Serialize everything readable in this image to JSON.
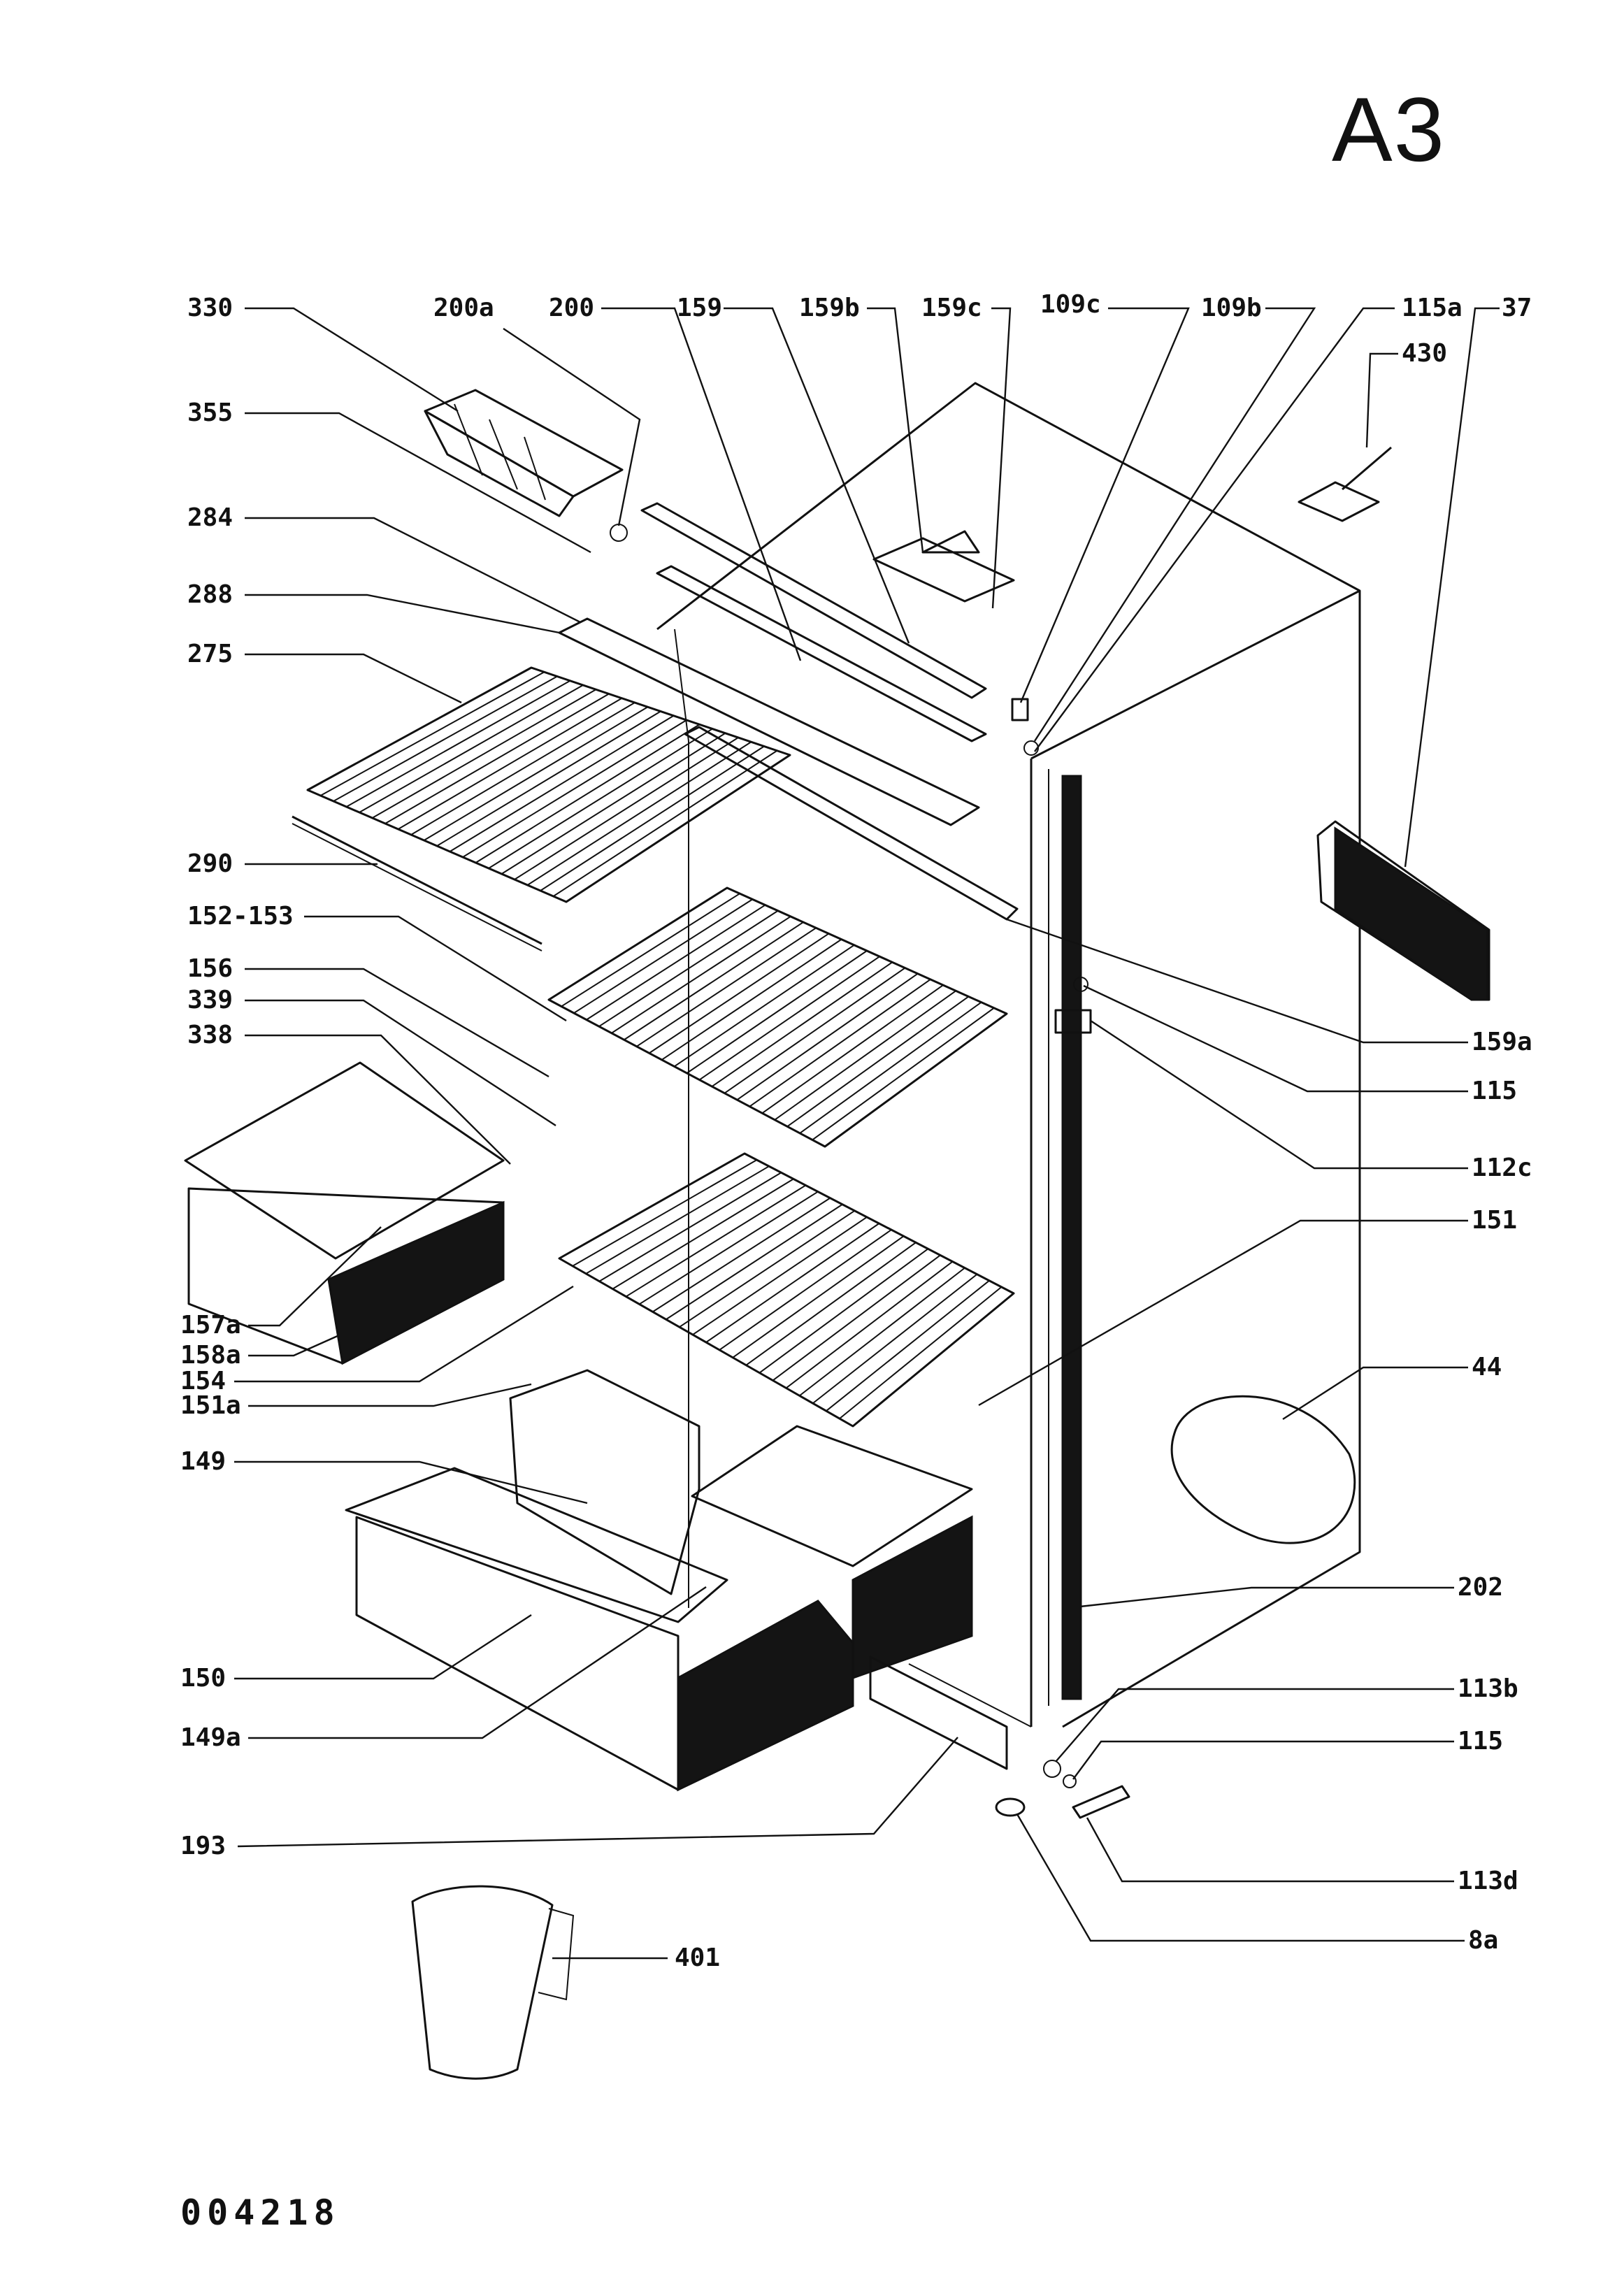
{
  "sheet": {
    "title": "A3",
    "document_number": "004218"
  },
  "parts": [
    {
      "id": "p330",
      "label": "330"
    },
    {
      "id": "p200a",
      "label": "200a"
    },
    {
      "id": "p200",
      "label": "200"
    },
    {
      "id": "p159",
      "label": "159"
    },
    {
      "id": "p159b",
      "label": "159b"
    },
    {
      "id": "p159c",
      "label": "159c"
    },
    {
      "id": "p109c",
      "label": "109c"
    },
    {
      "id": "p109b",
      "label": "109b"
    },
    {
      "id": "p115a",
      "label": "115a"
    },
    {
      "id": "p37",
      "label": "37"
    },
    {
      "id": "p430",
      "label": "430"
    },
    {
      "id": "p355",
      "label": "355"
    },
    {
      "id": "p284",
      "label": "284"
    },
    {
      "id": "p288",
      "label": "288"
    },
    {
      "id": "p275",
      "label": "275"
    },
    {
      "id": "p290",
      "label": "290"
    },
    {
      "id": "p152",
      "label": "152-153"
    },
    {
      "id": "p156",
      "label": "156"
    },
    {
      "id": "p339",
      "label": "339"
    },
    {
      "id": "p338",
      "label": "338"
    },
    {
      "id": "p159a",
      "label": "159a"
    },
    {
      "id": "p115r",
      "label": "115"
    },
    {
      "id": "p112c",
      "label": "112c"
    },
    {
      "id": "p151",
      "label": "151"
    },
    {
      "id": "p157a",
      "label": "157a"
    },
    {
      "id": "p158a",
      "label": "158a"
    },
    {
      "id": "p154",
      "label": "154"
    },
    {
      "id": "p151a",
      "label": "151a"
    },
    {
      "id": "p44",
      "label": "44"
    },
    {
      "id": "p149",
      "label": "149"
    },
    {
      "id": "p202",
      "label": "202"
    },
    {
      "id": "p150",
      "label": "150"
    },
    {
      "id": "p113b",
      "label": "113b"
    },
    {
      "id": "p149a",
      "label": "149a"
    },
    {
      "id": "p115b",
      "label": "115"
    },
    {
      "id": "p193",
      "label": "193"
    },
    {
      "id": "p113d",
      "label": "113d"
    },
    {
      "id": "p8a",
      "label": "8a"
    },
    {
      "id": "p401",
      "label": "401"
    }
  ]
}
